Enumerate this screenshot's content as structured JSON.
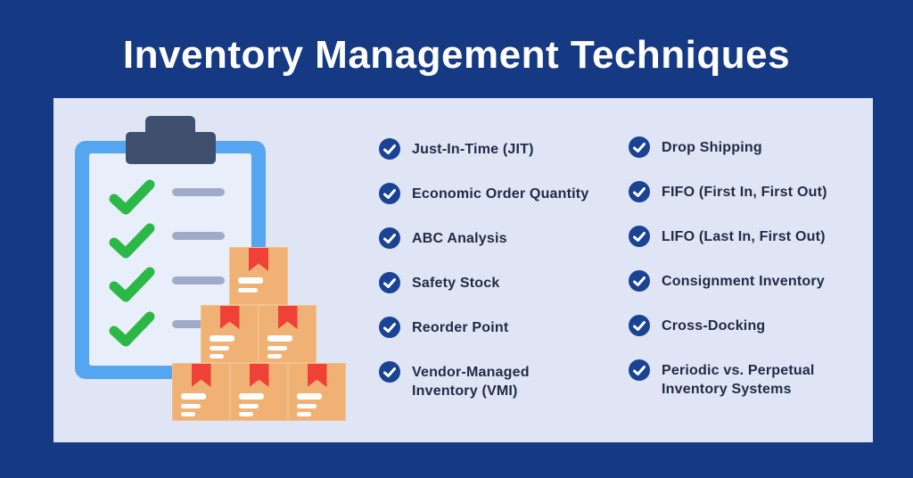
{
  "title": "Inventory Management Techniques",
  "theme": {
    "background": "#153a83",
    "panel": "#dfe5f4",
    "title_color": "#ffffff",
    "check_circle": "#1a4394",
    "item_text": "#222b45",
    "clipboard_blue": "#55a6f1",
    "clipboard_page": "#e9eefb",
    "clip_dark": "#3f4f6e",
    "check_green": "#2bb847",
    "line_gray": "#9fabc8",
    "box_orange": "#f0b175",
    "ribbon_red": "#ef4137"
  },
  "checklist": {
    "left": [
      "Just-In-Time (JIT)",
      "Economic Order Quantity",
      "ABC Analysis",
      "Safety Stock",
      "Reorder Point",
      "Vendor-Managed\nInventory (VMI)"
    ],
    "right": [
      "Drop Shipping",
      "FIFO (First In, First Out)",
      "LIFO (Last In, First Out)",
      "Consignment Inventory",
      "Cross-Docking",
      "Periodic vs. Perpetual\nInventory Systems"
    ]
  },
  "illustration": {
    "clipboard_checkmark_count": 4,
    "box_stack_rows": [
      1,
      2,
      3
    ]
  }
}
